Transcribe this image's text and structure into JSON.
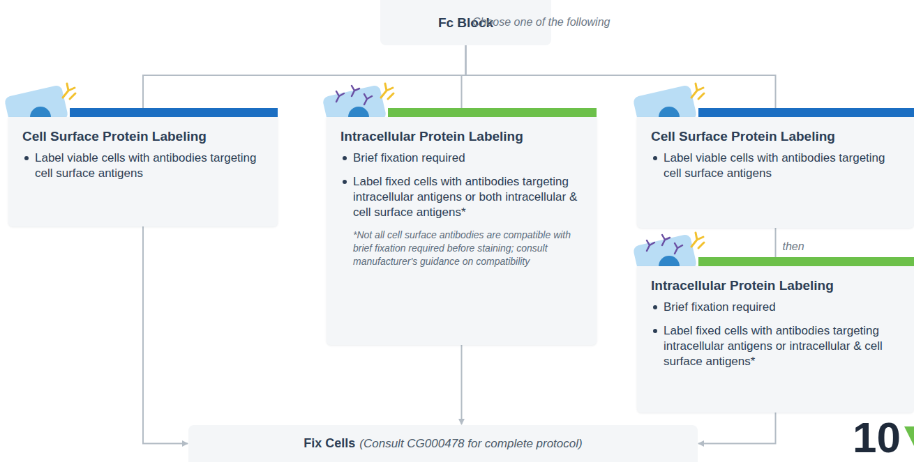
{
  "diagram": {
    "nodes": [
      {
        "text": [
          "Fc Block"
        ]
      },
      {
        "text": [
          "Cell Surface Protein Labeling",
          "Label viable cells with antibodies targeting cell surface antigens"
        ]
      },
      {
        "text": [
          "Intracellular Protein Labeling",
          "Brief fixation required",
          "Label fixed cells with antibodies targeting intracellular antigens or both intracellular & cell surface antigens*",
          "*Not all cell surface antibodies are compatible with brief fixation required before staining; consult manufacturer's guidance on compatibility"
        ]
      },
      {
        "text": [
          "Cell Surface Protein Labeling",
          "Label viable cells with antibodies targeting cell surface antigens"
        ]
      },
      {
        "text": [
          "Intracellular Protein Labeling",
          "Brief fixation required",
          "Label fixed cells with antibodies targeting intracellular antigens or intracellular & cell surface antigens*"
        ]
      },
      {
        "text": [
          "Fix Cells",
          "(Consult CG000478 for complete protocol)"
        ]
      }
    ],
    "edges": [
      {
        "from": 0,
        "to": 1,
        "arrow": "to"
      },
      {
        "from": 0,
        "to": 2,
        "arrow": "to"
      },
      {
        "from": 0,
        "to": 3,
        "arrow": "to"
      },
      {
        "from": 3,
        "to": 4,
        "label": "then",
        "arrow": "to"
      },
      {
        "from": 1,
        "to": 5,
        "arrow": "to"
      },
      {
        "from": 2,
        "to": 5,
        "arrow": "to"
      },
      {
        "from": 4,
        "to": 5,
        "arrow": "to"
      }
    ],
    "labels": [
      "Choose one of the following",
      "10"
    ]
  }
}
